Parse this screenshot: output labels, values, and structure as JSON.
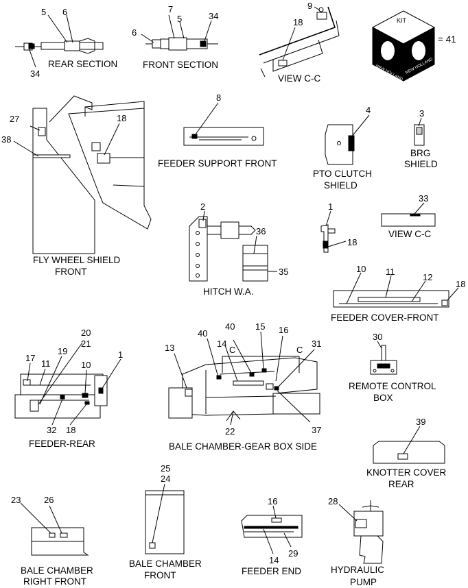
{
  "kit": {
    "cube_text": "KIT",
    "face_text_left": "NEW HOLLAND",
    "face_text_right": "NEW HOLLAND",
    "equals": "= 41"
  },
  "views": {
    "rear_section": "REAR SECTION",
    "front_section": "FRONT SECTION",
    "view_cc_top": "VIEW C-C",
    "flywheel_line1": "FLY WHEEL SHIELD",
    "flywheel_line2": "FRONT",
    "feeder_support_front": "FEEDER SUPPORT FRONT",
    "pto_line1": "PTO  CLUTCH",
    "pto_line2": "SHIELD",
    "brg_line1": "BRG",
    "brg_line2": "SHIELD",
    "hitch": "HITCH W.A.",
    "view_cc_right": "VIEW C-C",
    "feeder_cover_front": "FEEDER COVER-FRONT",
    "feeder_rear": "FEEDER-REAR",
    "bale_chamber_gear_box": "BALE CHAMBER-GEAR BOX SIDE",
    "remote_line1": "REMOTE CONTROL",
    "remote_line2": "BOX",
    "knotter_line1": "KNOTTER COVER",
    "knotter_line2": "REAR",
    "bc_right_line1": "BALE CHAMBER",
    "bc_right_line2": "RIGHT FRONT",
    "bc_front_line1": "BALE CHAMBER",
    "bc_front_line2": "FRONT",
    "feeder_end": "FEEDER END",
    "hyd_line1": "HYDRAULIC",
    "hyd_line2": "PUMP"
  },
  "callouts": {
    "rear": [
      "5",
      "6",
      "34"
    ],
    "front": [
      "7",
      "6",
      "5",
      "34"
    ],
    "view_cc_top": [
      "9",
      "18"
    ],
    "flywheel": [
      "27",
      "38",
      "18"
    ],
    "feeder_support": [
      "8"
    ],
    "pto": [
      "4"
    ],
    "brg": [
      "3"
    ],
    "hitch": [
      "2",
      "36",
      "35"
    ],
    "bracket": [
      "1",
      "18"
    ],
    "view_cc_right": [
      "33"
    ],
    "feeder_cover": [
      "10",
      "11",
      "12",
      "18"
    ],
    "feeder_rear": [
      "20",
      "21",
      "17",
      "11",
      "19",
      "10",
      "1",
      "32",
      "18"
    ],
    "gear_box": [
      "40",
      "15",
      "16",
      "31",
      "13",
      "40",
      "14",
      "C",
      "C",
      "22",
      "37"
    ],
    "remote": [
      "30"
    ],
    "knotter": [
      "39"
    ],
    "bc_right": [
      "23",
      "26"
    ],
    "bc_front": [
      "25",
      "24"
    ],
    "feeder_end": [
      "16",
      "14",
      "29"
    ],
    "hydraulic": [
      "28"
    ]
  }
}
